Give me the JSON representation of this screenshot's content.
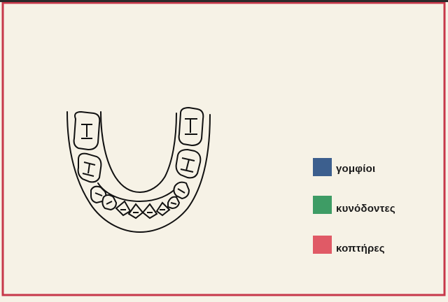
{
  "legend": {
    "items": [
      {
        "label": "γομφίοι",
        "color": "#3c5f8e"
      },
      {
        "label": "κυνόδοντες",
        "color": "#3e9c65"
      },
      {
        "label": "κοπτήρες",
        "color": "#e05a66"
      }
    ]
  },
  "colors": {
    "background": "#f6f2e6",
    "frame_border": "#c7384a",
    "line": "#111111"
  },
  "diagram": {
    "subject": "lower dental arch outline (illustration)"
  }
}
